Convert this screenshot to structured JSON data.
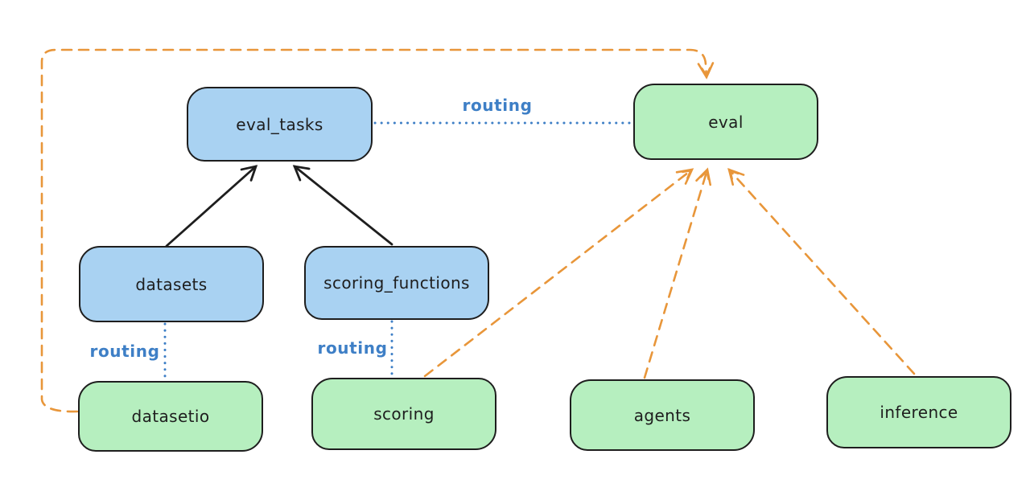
{
  "diagram": {
    "background": "#ffffff",
    "colors": {
      "node_stroke": "#1e1e1e",
      "blue_node_fill": "#a9d2f2",
      "green_node_fill": "#b6efbf",
      "routing_label_blue": "#3e7fc6",
      "dependency_arrow_orange": "#e8963a",
      "registration_arrow_black": "#1e1e1e"
    },
    "nodes": [
      {
        "id": "eval_tasks",
        "label": "eval_tasks",
        "color": "blue"
      },
      {
        "id": "eval",
        "label": "eval",
        "color": "green"
      },
      {
        "id": "datasets",
        "label": "datasets",
        "color": "blue"
      },
      {
        "id": "scoring_functions",
        "label": "scoring_functions",
        "color": "blue"
      },
      {
        "id": "datasetio",
        "label": "datasetio",
        "color": "green"
      },
      {
        "id": "scoring",
        "label": "scoring",
        "color": "green"
      },
      {
        "id": "agents",
        "label": "agents",
        "color": "green"
      },
      {
        "id": "inference",
        "label": "inference",
        "color": "green"
      }
    ],
    "edges": [
      {
        "from": "datasets",
        "to": "eval_tasks",
        "style": "solid-black-arrow",
        "label": ""
      },
      {
        "from": "scoring_functions",
        "to": "eval_tasks",
        "style": "solid-black-arrow",
        "label": ""
      },
      {
        "from": "eval_tasks",
        "to": "eval",
        "style": "dotted-blue",
        "label": "routing"
      },
      {
        "from": "datasets",
        "to": "datasetio",
        "style": "dotted-blue",
        "label": "routing"
      },
      {
        "from": "scoring_functions",
        "to": "scoring",
        "style": "dotted-blue",
        "label": "routing"
      },
      {
        "from": "datasetio",
        "to": "eval",
        "style": "dashed-orange-arrow",
        "label": ""
      },
      {
        "from": "scoring",
        "to": "eval",
        "style": "dashed-orange-arrow",
        "label": ""
      },
      {
        "from": "agents",
        "to": "eval",
        "style": "dashed-orange-arrow",
        "label": ""
      },
      {
        "from": "inference",
        "to": "eval",
        "style": "dashed-orange-arrow",
        "label": ""
      }
    ]
  }
}
